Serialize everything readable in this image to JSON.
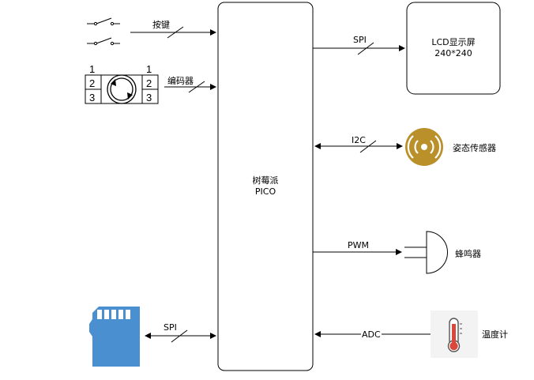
{
  "center": {
    "line1": "树莓派",
    "line2": "PICO"
  },
  "lcd": {
    "line1": "LCD显示屏",
    "line2": "240*240"
  },
  "links": {
    "keys": "按键",
    "encoder": "编码器",
    "lcd": "SPI",
    "sensor": "I2C",
    "buzzer": "PWM",
    "thermo": "ADC",
    "sd": "SPI"
  },
  "devices": {
    "sensor": "姿态传感器",
    "buzzer": "蜂鸣器",
    "thermo": "温度计"
  },
  "encoder_pins": [
    "1",
    "2",
    "3"
  ],
  "colors": {
    "sensor": "#B9902A",
    "sd": "#4A8FD0",
    "thermo": "#D9483B"
  }
}
